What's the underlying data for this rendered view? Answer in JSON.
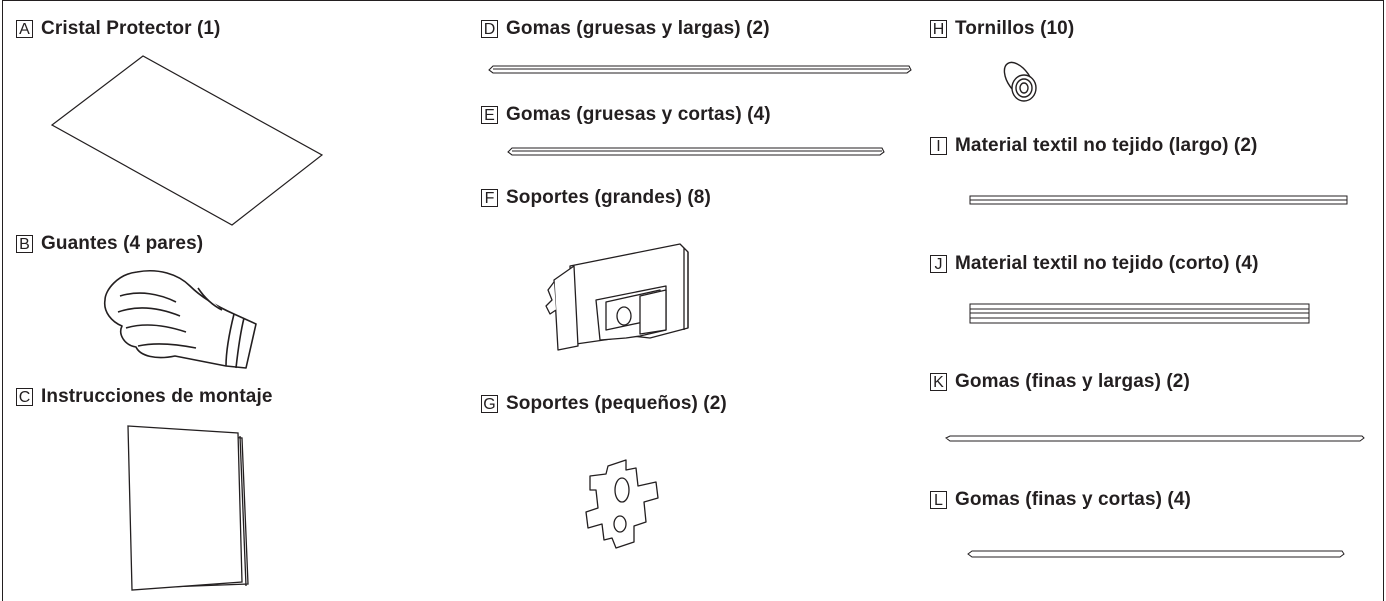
{
  "parts": [
    {
      "letter": "A",
      "label": "Cristal Protector (1)"
    },
    {
      "letter": "B",
      "label": "Guantes (4 pares)"
    },
    {
      "letter": "C",
      "label": "Instrucciones de montaje"
    },
    {
      "letter": "D",
      "label": "Gomas (gruesas y largas) (2)"
    },
    {
      "letter": "E",
      "label": "Gomas (gruesas y cortas) (4)"
    },
    {
      "letter": "F",
      "label": "Soportes (grandes) (8)"
    },
    {
      "letter": "G",
      "label": "Soportes (pequeños) (2)"
    },
    {
      "letter": "H",
      "label": "Tornillos (10)"
    },
    {
      "letter": "I",
      "label": "Material textil no tejido (largo) (2)"
    },
    {
      "letter": "J",
      "label": "Material textil no tejido (corto) (4)"
    },
    {
      "letter": "K",
      "label": "Gomas (finas y largas) (2)"
    },
    {
      "letter": "L",
      "label": "Gomas (finas y cortas) (4)"
    }
  ]
}
